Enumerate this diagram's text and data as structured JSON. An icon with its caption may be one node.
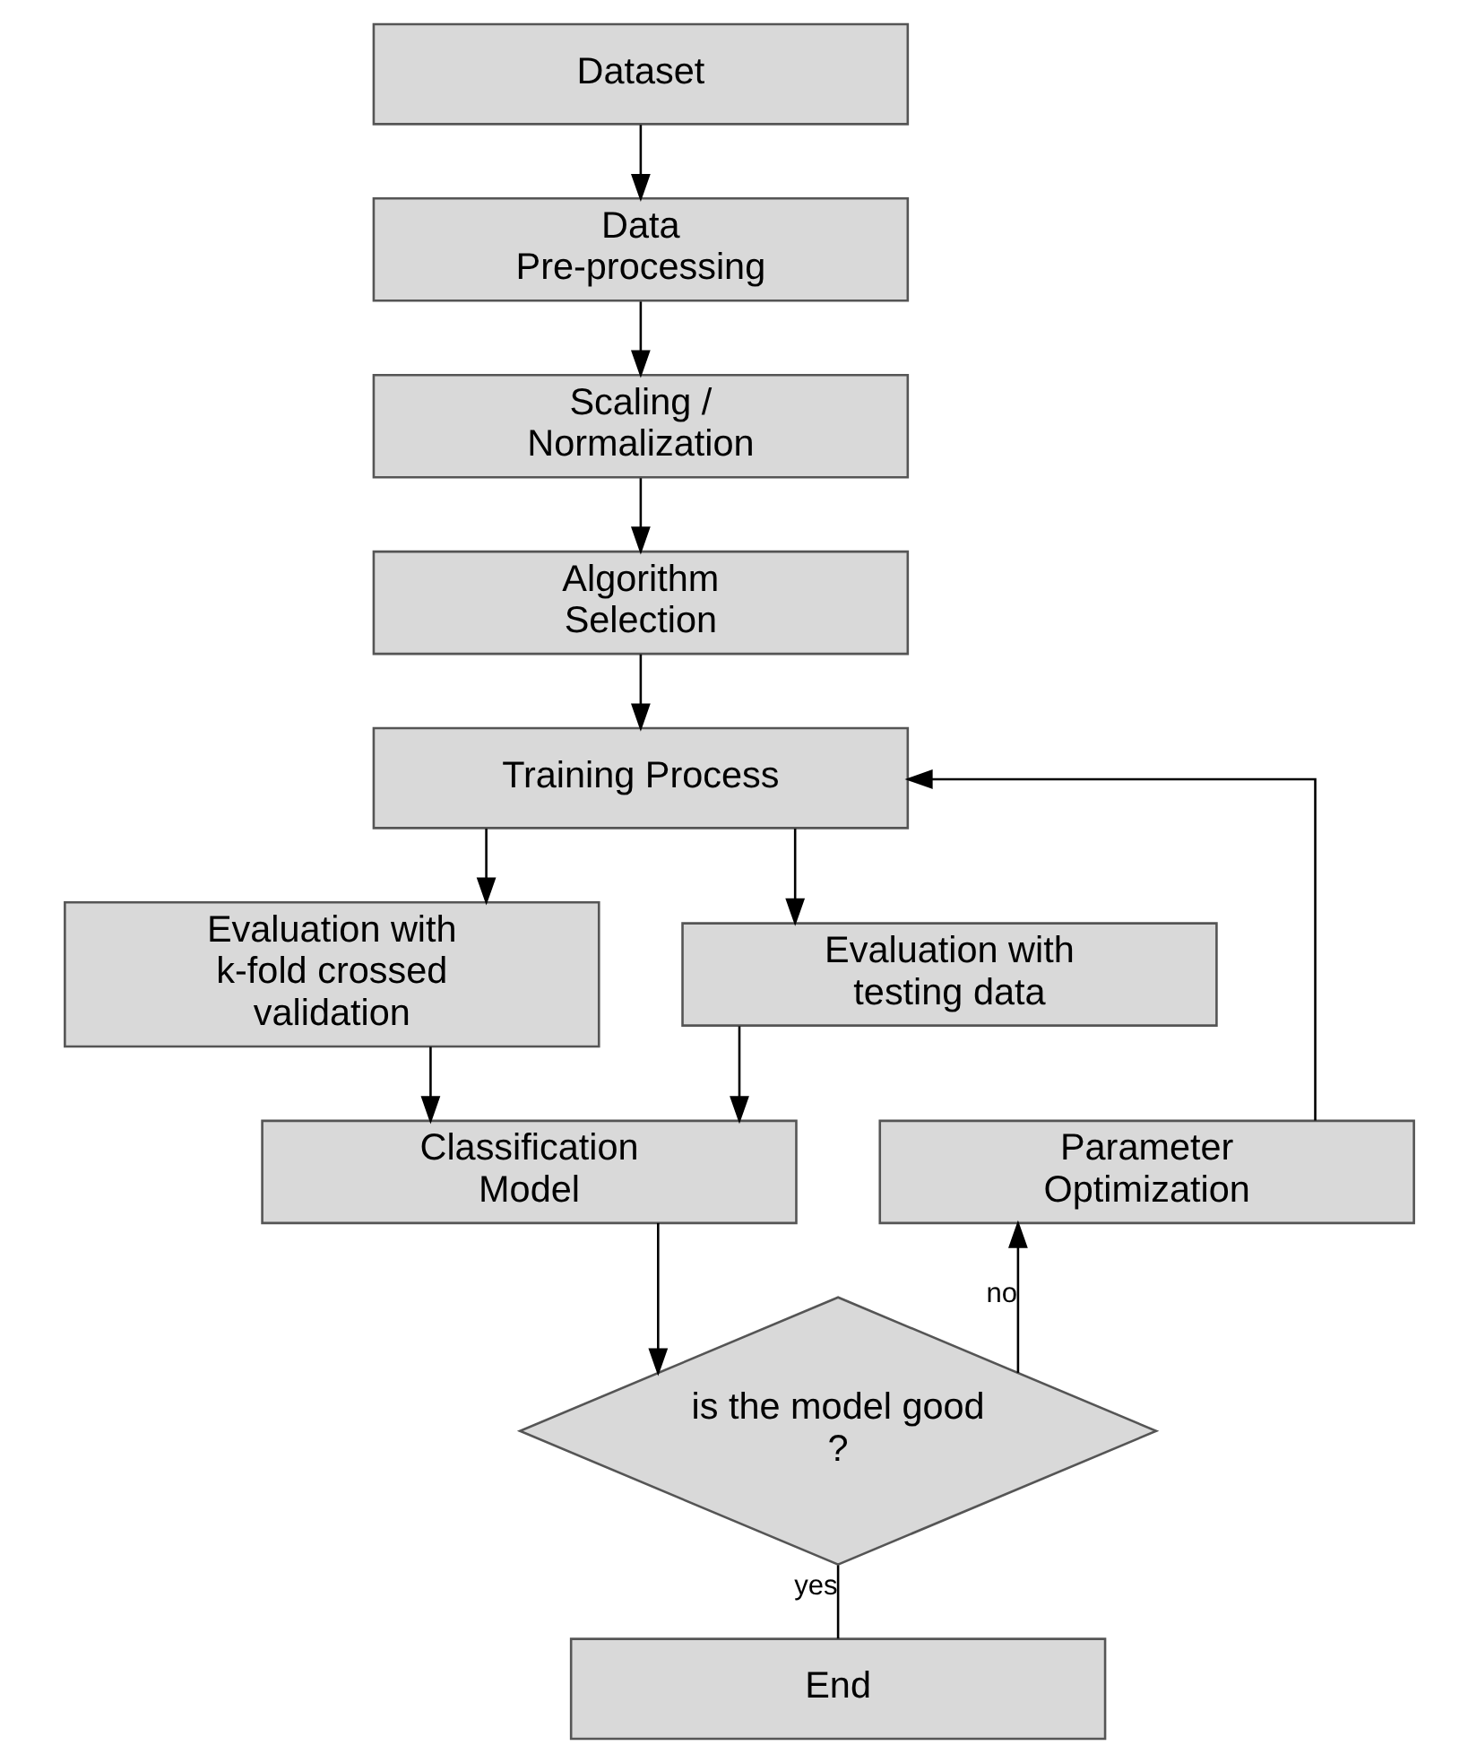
{
  "diagram": {
    "nodes": [
      {
        "text": [
          "Dataset"
        ]
      },
      {
        "text": [
          "Data Pre-processing"
        ]
      },
      {
        "text": [
          "Scaling / Normalization"
        ]
      },
      {
        "text": [
          "Algorithm Selection"
        ]
      },
      {
        "text": [
          "Training Process"
        ]
      },
      {
        "text": [
          "Evaluation with k-fold crossed validation"
        ]
      },
      {
        "text": [
          "Evaluation with testing data"
        ]
      },
      {
        "text": [
          "Classification Model"
        ]
      },
      {
        "text": [
          "Parameter Optimization"
        ]
      },
      {
        "text": [
          "is the model good ?"
        ]
      },
      {
        "text": [
          "End"
        ]
      }
    ],
    "edges": [
      {
        "from": 0,
        "to": 1,
        "arrow": "to"
      },
      {
        "from": 1,
        "to": 2,
        "arrow": "to"
      },
      {
        "from": 2,
        "to": 3,
        "arrow": "to"
      },
      {
        "from": 3,
        "to": 4,
        "arrow": "to"
      },
      {
        "from": 4,
        "to": 5,
        "arrow": "to"
      },
      {
        "from": 4,
        "to": 6,
        "arrow": "to"
      },
      {
        "from": 5,
        "to": 7,
        "arrow": "to"
      },
      {
        "from": 6,
        "to": 7,
        "arrow": "to"
      },
      {
        "from": 7,
        "to": 9,
        "arrow": "to"
      },
      {
        "from": 9,
        "to": 8,
        "arrow": "to",
        "label": "no"
      },
      {
        "from": 8,
        "to": 4,
        "arrow": "to"
      },
      {
        "from": 9,
        "to": 10,
        "arrow": "none",
        "label": "yes"
      }
    ]
  }
}
